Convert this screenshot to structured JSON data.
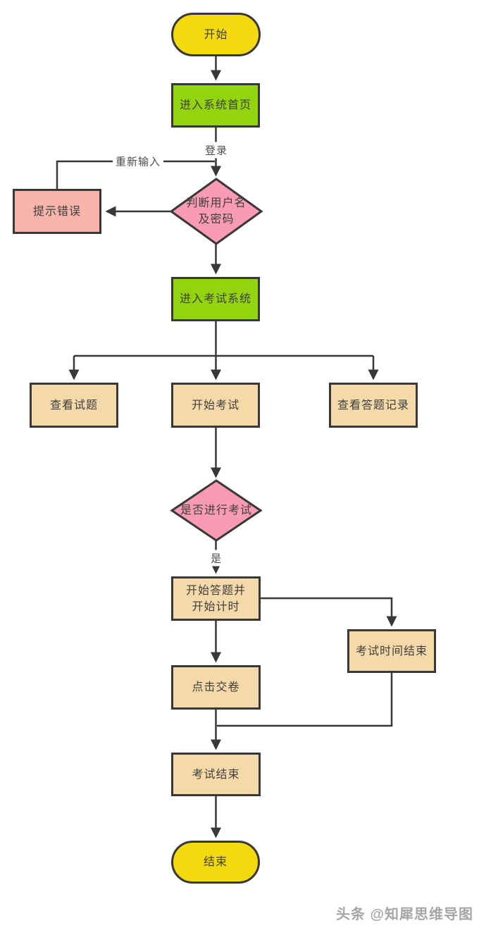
{
  "diagram": {
    "kind": "flowchart",
    "language": "zh-CN"
  },
  "colors": {
    "start_fill": "#F5D90F",
    "process_green": "#92D40E",
    "decision_pink": "#F99BB4",
    "alert_pink": "#F8B4AB",
    "task_tan": "#F5D9A9",
    "border": "#383838",
    "text": "#3F3F3F",
    "watermark_gray": "#A6A6A6"
  },
  "nodes": {
    "start": {
      "label": "开始",
      "shape": "stadium"
    },
    "home": {
      "label": "进入系统首页",
      "shape": "process"
    },
    "check_credentials": {
      "line1": "判断用户名",
      "line2": "及密码",
      "shape": "decision"
    },
    "error_hint": {
      "label": "提示错误",
      "shape": "process"
    },
    "enter_exam_system": {
      "label": "进入考试系统",
      "shape": "process"
    },
    "view_questions": {
      "label": "查看试题",
      "shape": "process"
    },
    "start_exam": {
      "label": "开始考试",
      "shape": "process"
    },
    "view_answer_records": {
      "label": "查看答题记录",
      "shape": "process"
    },
    "confirm_exam": {
      "label": "是否进行考试",
      "shape": "decision"
    },
    "answer_and_timer": {
      "line1": "开始答题并",
      "line2": "开始计时",
      "shape": "process"
    },
    "exam_time_over": {
      "label": "考试时间结束",
      "shape": "process"
    },
    "submit_paper": {
      "label": "点击交卷",
      "shape": "process"
    },
    "exam_end": {
      "label": "考试结束",
      "shape": "process"
    },
    "end": {
      "label": "结束",
      "shape": "stadium"
    }
  },
  "edge_labels": {
    "login": "登录",
    "retry": "重新输入",
    "yes": "是"
  },
  "watermark": {
    "text": "头条 @知犀思维导图"
  }
}
